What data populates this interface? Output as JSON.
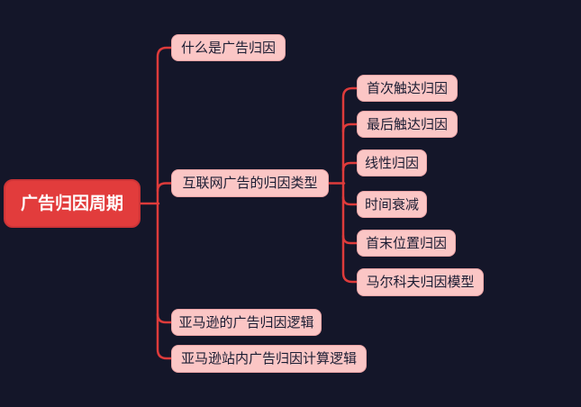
{
  "colors": {
    "canvas_bg": "#141629",
    "root_bg": "#e23c3c",
    "root_border": "#cd3437",
    "root_text": "#ffffff",
    "topic_bg": "#fbc6c5",
    "topic_border": "#eca4a6",
    "topic_text": "#1b1d33",
    "line": "#de3b3b"
  },
  "mindmap": {
    "root": {
      "label": "广告归因周期"
    },
    "branches": [
      {
        "label": "什么是广告归因",
        "children": []
      },
      {
        "label": "互联网广告的归因类型",
        "children": [
          {
            "label": "首次触达归因"
          },
          {
            "label": "最后触达归因"
          },
          {
            "label": "线性归因"
          },
          {
            "label": "时间衰减"
          },
          {
            "label": "首末位置归因"
          },
          {
            "label": "马尔科夫归因模型"
          }
        ]
      },
      {
        "label": "亚马逊的广告归因逻辑",
        "children": []
      },
      {
        "label": "亚马逊站内广告归因计算逻辑",
        "children": []
      }
    ]
  }
}
